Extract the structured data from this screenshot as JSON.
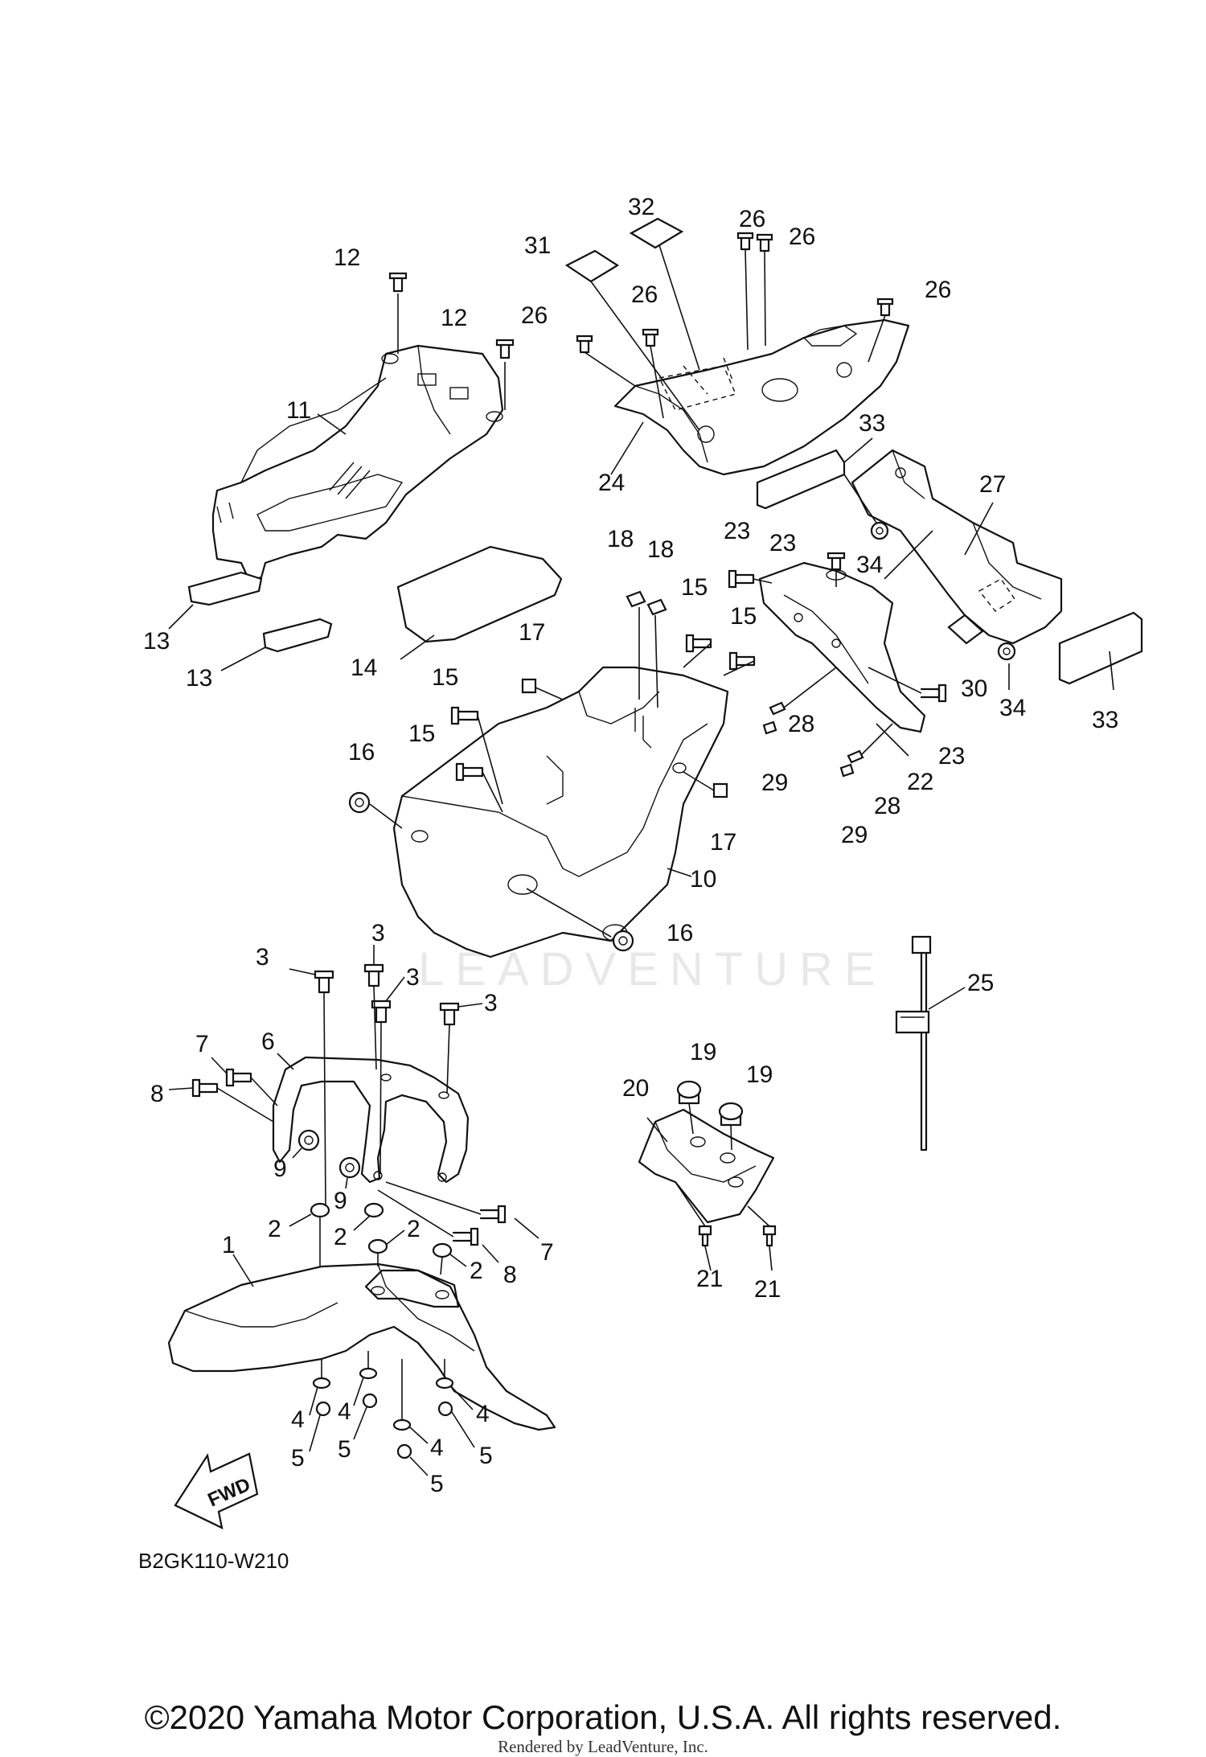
{
  "diagram": {
    "callouts": {
      "c1": "1",
      "c2a": "2",
      "c2b": "2",
      "c2c": "2",
      "c2d": "2",
      "c3a": "3",
      "c3b": "3",
      "c3c": "3",
      "c3d": "3",
      "c4a": "4",
      "c4b": "4",
      "c4c": "4",
      "c4d": "4",
      "c5a": "5",
      "c5b": "5",
      "c5c": "5",
      "c5d": "5",
      "c6": "6",
      "c7a": "7",
      "c7b": "7",
      "c8a": "8",
      "c8b": "8",
      "c9a": "9",
      "c9b": "9",
      "c10": "10",
      "c11": "11",
      "c12a": "12",
      "c12b": "12",
      "c13a": "13",
      "c13b": "13",
      "c14": "14",
      "c15a": "15",
      "c15b": "15",
      "c15c": "15",
      "c15d": "15",
      "c16a": "16",
      "c16b": "16",
      "c17a": "17",
      "c17b": "17",
      "c18a": "18",
      "c18b": "18",
      "c19a": "19",
      "c19b": "19",
      "c20": "20",
      "c21a": "21",
      "c21b": "21",
      "c22": "22",
      "c23a": "23",
      "c23b": "23",
      "c23c": "23",
      "c24": "24",
      "c25": "25",
      "c26a": "26",
      "c26b": "26",
      "c26c": "26",
      "c26d": "26",
      "c26e": "26",
      "c27": "27",
      "c28a": "28",
      "c28b": "28",
      "c29a": "29",
      "c29b": "29",
      "c30": "30",
      "c31": "31",
      "c32": "32",
      "c33a": "33",
      "c33b": "33",
      "c34a": "34",
      "c34b": "34"
    },
    "diagram_code": "B2GK110-W210",
    "fwd_label": "FWD",
    "watermark": "LEADVENTURE"
  },
  "footer": {
    "copyright": "©2020 Yamaha Motor Corporation, U.S.A. All rights reserved.",
    "rendered_by": "Rendered by LeadVenture, Inc."
  }
}
